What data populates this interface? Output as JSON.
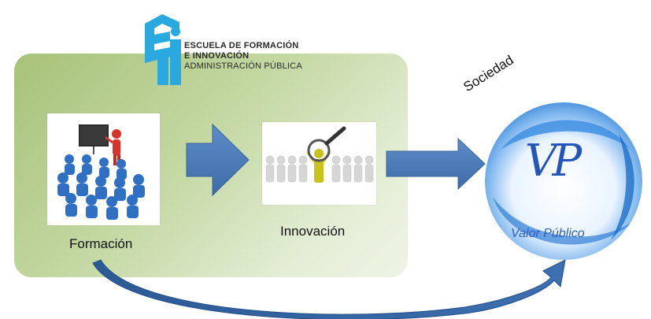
{
  "logo": {
    "line1": "ESCUELA DE FORMACIÓN",
    "line2": "E INNOVACIÓN",
    "line3": "ADMINISTRACIÓN PÚBLICA"
  },
  "nodes": {
    "formacion": "Formación",
    "innovacion": "Innovación",
    "sociedad": "Sociedad",
    "valor_publico": "Valor Público",
    "vp_mark": "VP"
  },
  "colors": {
    "panel_green": "#b5cd8c",
    "arrow_blue": "#4a78b5",
    "arrow_dark": "#2f5a92",
    "logo_cyan": "#29a9e0",
    "circle_blue": "#3d8fe0",
    "figure_blue": "#2f6fc4",
    "highlight_yellow": "#c9c21a"
  }
}
